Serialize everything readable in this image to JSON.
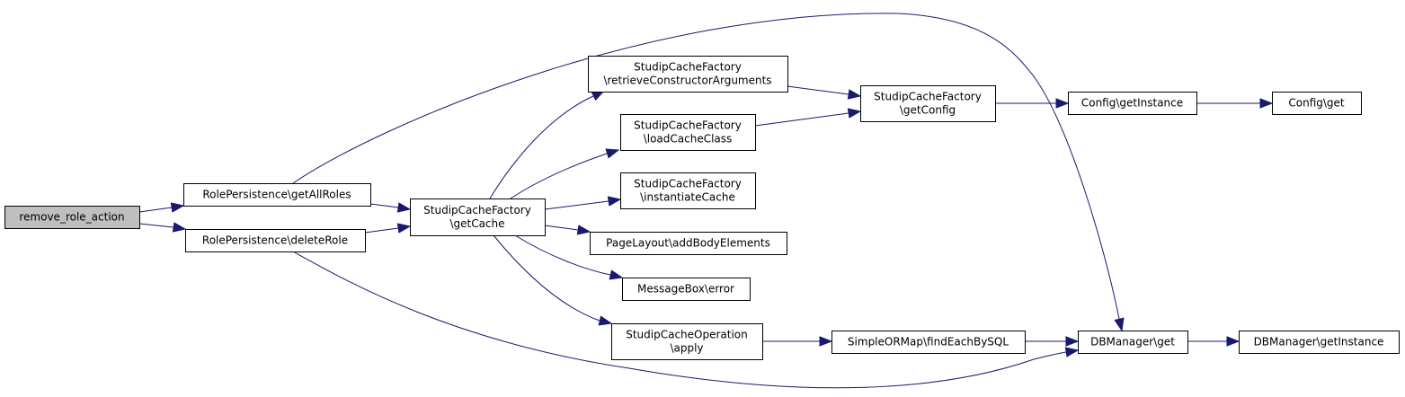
{
  "diagram": {
    "type": "call-graph",
    "colors": {
      "edge": "#191970",
      "node_fill": "#ffffff",
      "root_fill": "#bfbfbf",
      "border": "#000000"
    },
    "nodes": [
      {
        "id": "remove_role_action",
        "lines": [
          "remove_role_action"
        ],
        "root": true
      },
      {
        "id": "getAllRoles",
        "lines": [
          "RolePersistence\\getAllRoles"
        ]
      },
      {
        "id": "deleteRole",
        "lines": [
          "RolePersistence\\deleteRole"
        ]
      },
      {
        "id": "getCache",
        "lines": [
          "StudipCacheFactory",
          "\\getCache"
        ]
      },
      {
        "id": "retrieveConstructorArguments",
        "lines": [
          "StudipCacheFactory",
          "\\retrieveConstructorArguments"
        ]
      },
      {
        "id": "loadCacheClass",
        "lines": [
          "StudipCacheFactory",
          "\\loadCacheClass"
        ]
      },
      {
        "id": "instantiateCache",
        "lines": [
          "StudipCacheFactory",
          "\\instantiateCache"
        ]
      },
      {
        "id": "addBodyElements",
        "lines": [
          "PageLayout\\addBodyElements"
        ]
      },
      {
        "id": "error",
        "lines": [
          "MessageBox\\error"
        ]
      },
      {
        "id": "apply",
        "lines": [
          "StudipCacheOperation",
          "\\apply"
        ]
      },
      {
        "id": "getConfig",
        "lines": [
          "StudipCacheFactory",
          "\\getConfig"
        ]
      },
      {
        "id": "configGetInstance",
        "lines": [
          "Config\\getInstance"
        ]
      },
      {
        "id": "configGet",
        "lines": [
          "Config\\get"
        ]
      },
      {
        "id": "findEachBySQL",
        "lines": [
          "SimpleORMap\\findEachBySQL"
        ]
      },
      {
        "id": "dbGet",
        "lines": [
          "DBManager\\get"
        ]
      },
      {
        "id": "dbGetInstance",
        "lines": [
          "DBManager\\getInstance"
        ]
      }
    ],
    "edges": [
      {
        "from": "remove_role_action",
        "to": "getAllRoles"
      },
      {
        "from": "remove_role_action",
        "to": "deleteRole"
      },
      {
        "from": "getAllRoles",
        "to": "getCache"
      },
      {
        "from": "getAllRoles",
        "to": "dbGet"
      },
      {
        "from": "deleteRole",
        "to": "getCache"
      },
      {
        "from": "deleteRole",
        "to": "dbGet"
      },
      {
        "from": "getCache",
        "to": "retrieveConstructorArguments"
      },
      {
        "from": "getCache",
        "to": "loadCacheClass"
      },
      {
        "from": "getCache",
        "to": "instantiateCache"
      },
      {
        "from": "getCache",
        "to": "addBodyElements"
      },
      {
        "from": "getCache",
        "to": "error"
      },
      {
        "from": "getCache",
        "to": "apply"
      },
      {
        "from": "retrieveConstructorArguments",
        "to": "getConfig"
      },
      {
        "from": "loadCacheClass",
        "to": "getConfig"
      },
      {
        "from": "getConfig",
        "to": "configGetInstance"
      },
      {
        "from": "configGetInstance",
        "to": "configGet"
      },
      {
        "from": "apply",
        "to": "findEachBySQL"
      },
      {
        "from": "findEachBySQL",
        "to": "dbGet"
      },
      {
        "from": "dbGet",
        "to": "dbGetInstance"
      }
    ]
  }
}
